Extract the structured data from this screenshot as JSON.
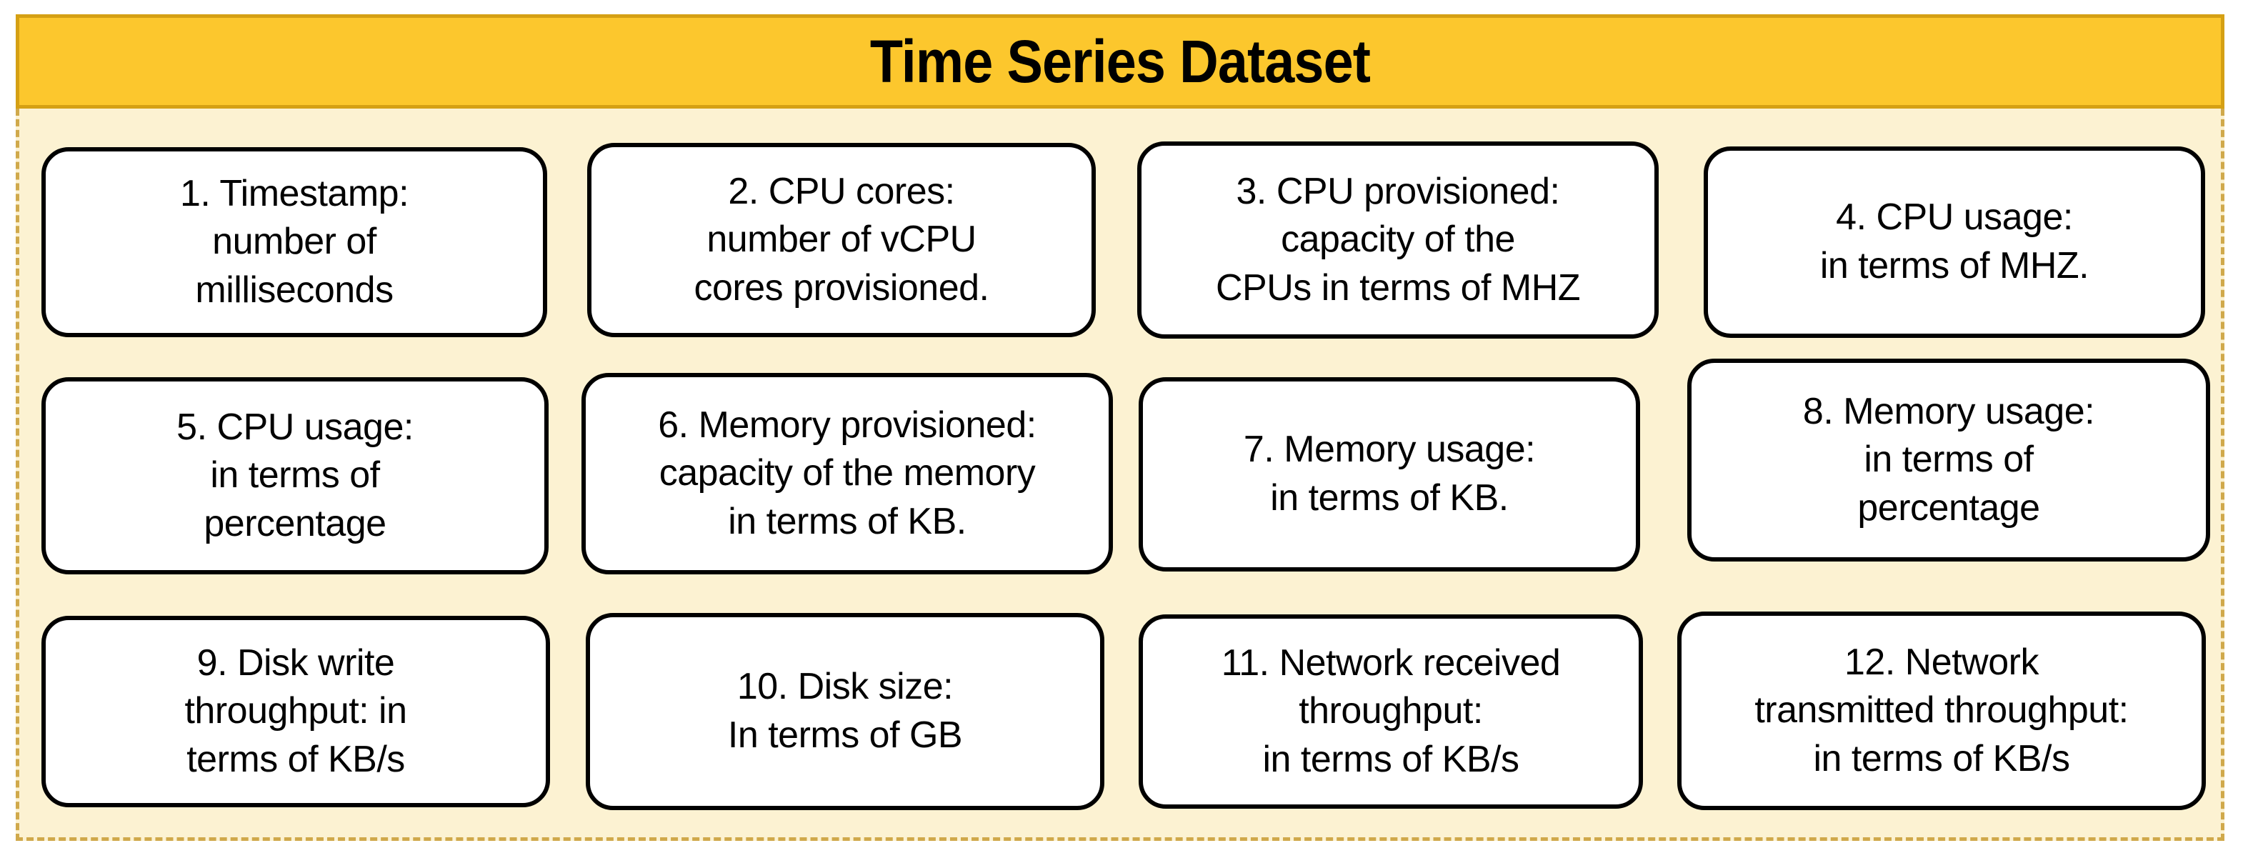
{
  "title": "Time Series Dataset",
  "colors": {
    "header_bg": "#FCC72D",
    "header_border": "#D5A014",
    "body_bg": "#FCF2D2",
    "body_border": "#D0A94B",
    "box_bg": "#FFFFFF",
    "box_border": "#000000"
  },
  "boxes": [
    {
      "id": 1,
      "label": "1. Timestamp:\nnumber of\nmilliseconds"
    },
    {
      "id": 2,
      "label": "2. CPU cores:\nnumber of vCPU\ncores provisioned."
    },
    {
      "id": 3,
      "label": "3. CPU provisioned:\ncapacity of the\nCPUs in terms of MHZ"
    },
    {
      "id": 4,
      "label": "4. CPU usage:\nin terms of MHZ."
    },
    {
      "id": 5,
      "label": "5. CPU usage:\nin terms of\npercentage"
    },
    {
      "id": 6,
      "label": "6. Memory provisioned:\ncapacity of the memory\nin terms of KB."
    },
    {
      "id": 7,
      "label": "7. Memory usage:\nin terms of KB."
    },
    {
      "id": 8,
      "label": "8. Memory usage:\nin terms of\npercentage"
    },
    {
      "id": 9,
      "label": "9. Disk write\nthroughput: in\nterms of KB/s"
    },
    {
      "id": 10,
      "label": "10. Disk size:\nIn terms of GB"
    },
    {
      "id": 11,
      "label": "11. Network received\nthroughput:\nin terms of KB/s"
    },
    {
      "id": 12,
      "label": "12. Network\ntransmitted throughput:\nin terms of KB/s"
    }
  ]
}
